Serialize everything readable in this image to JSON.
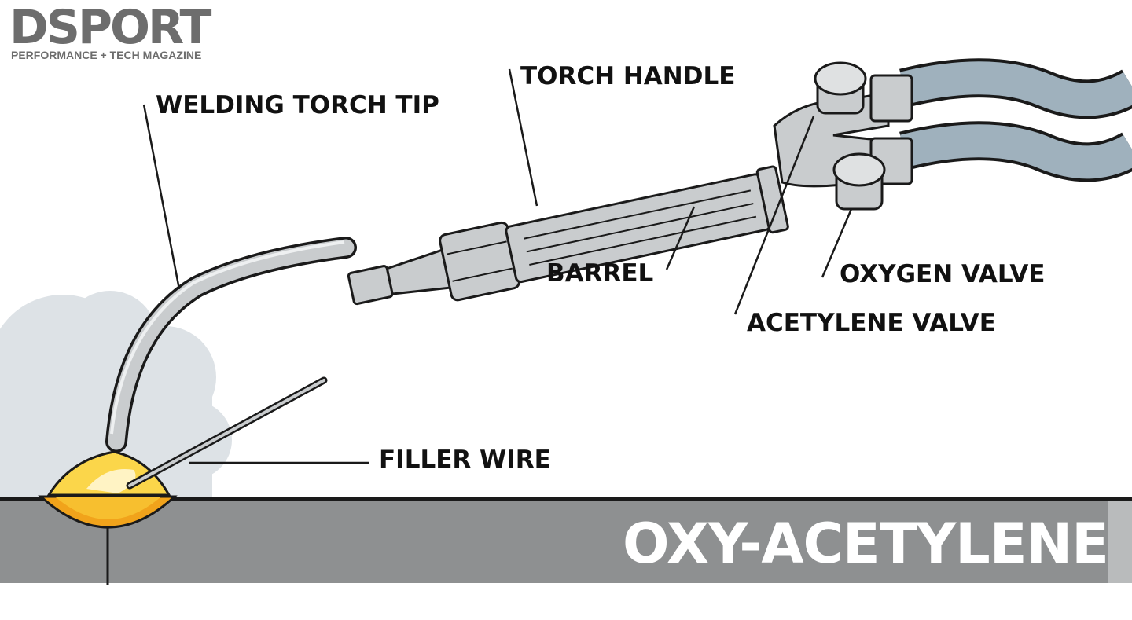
{
  "brand": {
    "name": "DSPORT",
    "tagline": "PERFORMANCE + TECH MAGAZINE"
  },
  "labels": {
    "welding_torch_tip": "WELDING TORCH TIP",
    "torch_handle": "TORCH HANDLE",
    "barrel": "BARREL",
    "oxygen_valve": "OXYGEN VALVE",
    "acetylene_valve": "ACETYLENE VALVE",
    "filler_wire": "FILLER WIRE"
  },
  "title": "OXY-ACETYLENE",
  "colors": {
    "ground": "#8e9091",
    "smoke": "#dde2e6",
    "steel": "#c9ccce",
    "hose": "#9fb1bd",
    "flame_outer": "#f1a31b",
    "flame_inner": "#fbd64a"
  }
}
